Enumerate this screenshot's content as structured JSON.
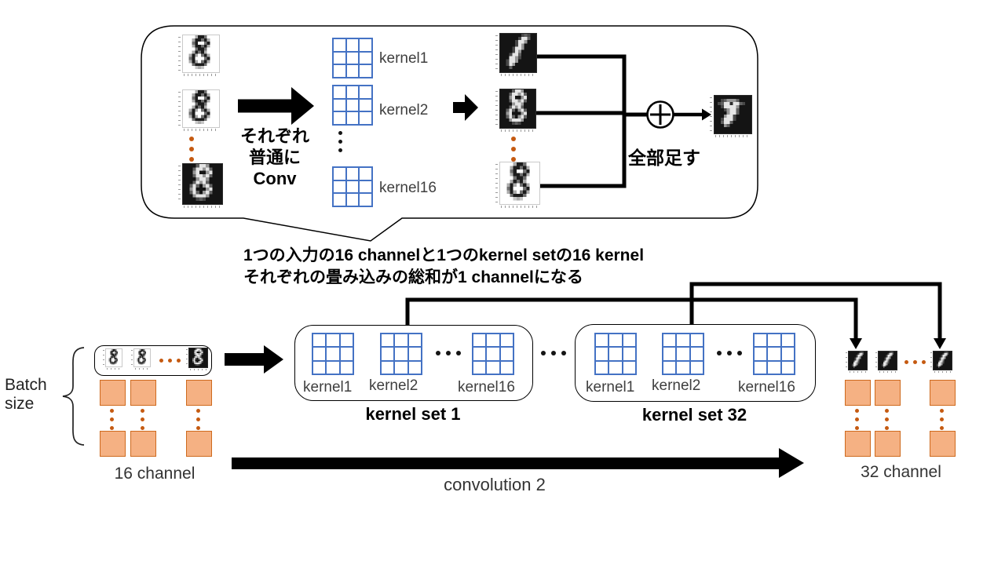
{
  "callout": {
    "conv_text": {
      "line1": "それぞれ",
      "line2": "普通に",
      "line3": "Conv"
    },
    "kernel_labels": [
      "kernel1",
      "kernel2",
      "kernel16"
    ],
    "sum_text": "全部足す"
  },
  "caption": {
    "line1": "1つの入力の16 channelと1つのkernel setの16 kernel",
    "line2": "それぞれの畳み込みの総和が1 channelになる"
  },
  "batch_label": {
    "line1": "Batch",
    "line2": "size"
  },
  "input_group": {
    "channel_label": "16 channel"
  },
  "kernel_sets": [
    {
      "title": "kernel set 1",
      "kernel_labels": [
        "kernel1",
        "kernel2",
        "kernel16"
      ]
    },
    {
      "title": "kernel set 32",
      "kernel_labels": [
        "kernel1",
        "kernel2",
        "kernel16"
      ]
    }
  ],
  "output_group": {
    "channel_label": "32 channel"
  },
  "conv_arrow_label": "convolution 2",
  "colors": {
    "orange_fill": "#F5B183",
    "orange_border": "#CE6A1E",
    "dot_orange": "#C55A11",
    "kernel_grid_blue": "#4472C4"
  },
  "bitmaps": {
    "digit8": [
      "000038850000",
      "000388583000",
      "000580058000",
      "000388583000",
      "000058850000",
      "000385830000",
      "003830583000",
      "005800058000",
      "003830583000",
      "000588850000",
      "000023200000",
      "000000000000"
    ],
    "convOut": [
      "000000023200",
      "000000288300",
      "000002885000",
      "000002850000",
      "000028850000",
      "000028500000",
      "000288300000",
      "000885200000",
      "002885000000",
      "002850000000",
      "000300000000",
      "000000000000"
    ],
    "sumOut": [
      "000000000000",
      "002355530000",
      "023881883200",
      "002888850000",
      "000258830000",
      "000058830000",
      "000588200000",
      "002888200000",
      "003883000000",
      "000530000000",
      "000000000000",
      "000000000000"
    ]
  }
}
